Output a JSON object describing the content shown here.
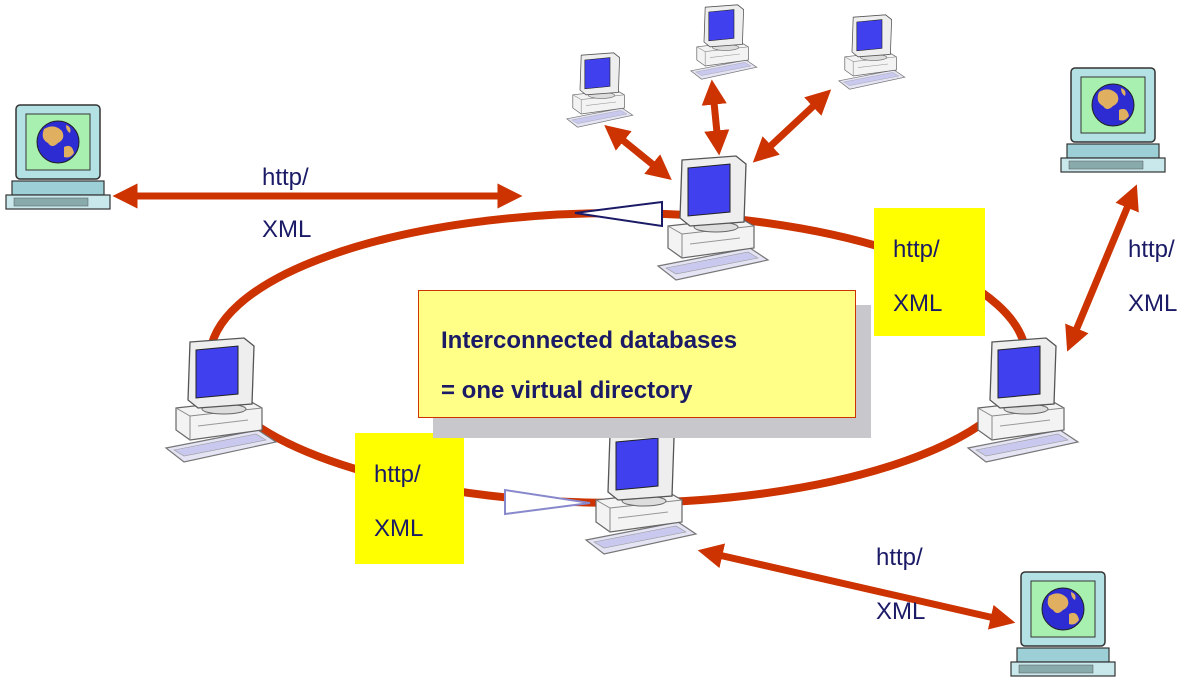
{
  "callout": {
    "line1": "Interconnected databases",
    "line2": "= one virtual directory"
  },
  "links": {
    "left": {
      "top": "http/",
      "bottom": "XML"
    },
    "ring_right": {
      "top": "http/",
      "bottom": "XML"
    },
    "right": {
      "top": "http/",
      "bottom": "XML"
    },
    "ring_bottom": {
      "top": "http/",
      "bottom": "XML"
    },
    "bottom_right": {
      "top": "http/",
      "bottom": "XML"
    }
  },
  "colors": {
    "ring": "#cc3300",
    "arrow": "#cc3300",
    "label_box": "#ffff00",
    "callout_fill": "#ffff88",
    "text": "#1a1a66",
    "monitor_screen": "#4444ee"
  },
  "icons": {
    "server": "desktop-computer-icon",
    "client": "globe-terminal-icon"
  }
}
